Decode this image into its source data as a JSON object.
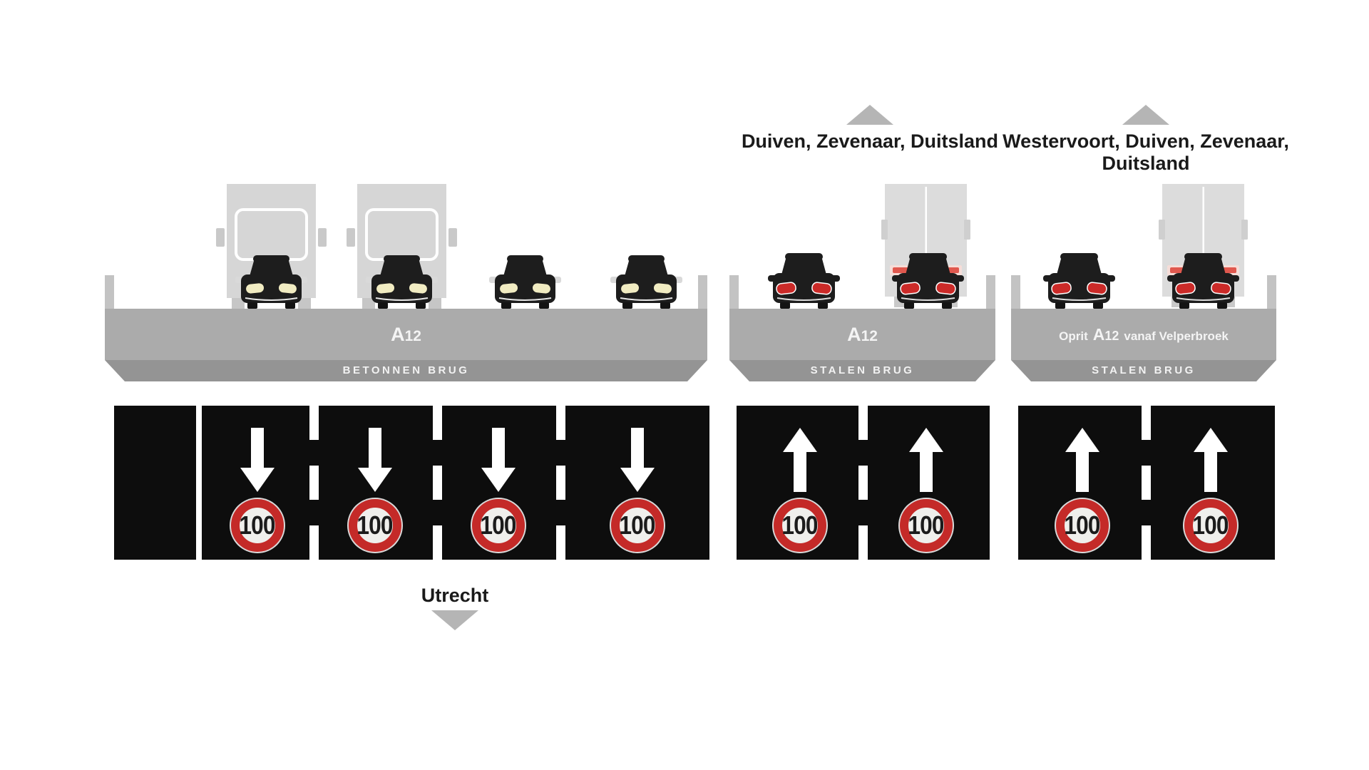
{
  "diagram": {
    "title_hidden": "",
    "destinations": {
      "middle": "Duiven, Zevenaar, Duitsland",
      "right": "Westervoort, Duiven, Zevenaar, Duitsland",
      "bottom": "Utrecht"
    },
    "bridges": [
      {
        "road_letter": "A",
        "road_number": "12",
        "name": "BETONNEN BRUG",
        "lanes": 4,
        "direction": "down"
      },
      {
        "road_letter": "A",
        "road_number": "12",
        "name": "STALEN BRUG",
        "lanes": 2,
        "direction": "up"
      },
      {
        "label_prefix": "Oprit",
        "road_letter": "A",
        "road_number": "12",
        "label_suffix": "vanaf Velperbroek",
        "name": "STALEN BRUG",
        "lanes": 2,
        "direction": "up"
      }
    ],
    "speed": {
      "limit": "100"
    },
    "colors": {
      "sign_red": "#c42a28",
      "sign_inner": "#efefec",
      "road_black": "#0d0d0d",
      "deck_gray": "#ababab",
      "band_gray": "#949494",
      "wall_gray": "#c3c3c3",
      "truck_front_gray": "#d6d6d6",
      "truck_rear_gray": "#dcdcdc",
      "direction_triangle_gray": "#b5b5b5",
      "headlight_cream": "#f1ecc2",
      "taillight_red": "#cb2a28"
    }
  }
}
